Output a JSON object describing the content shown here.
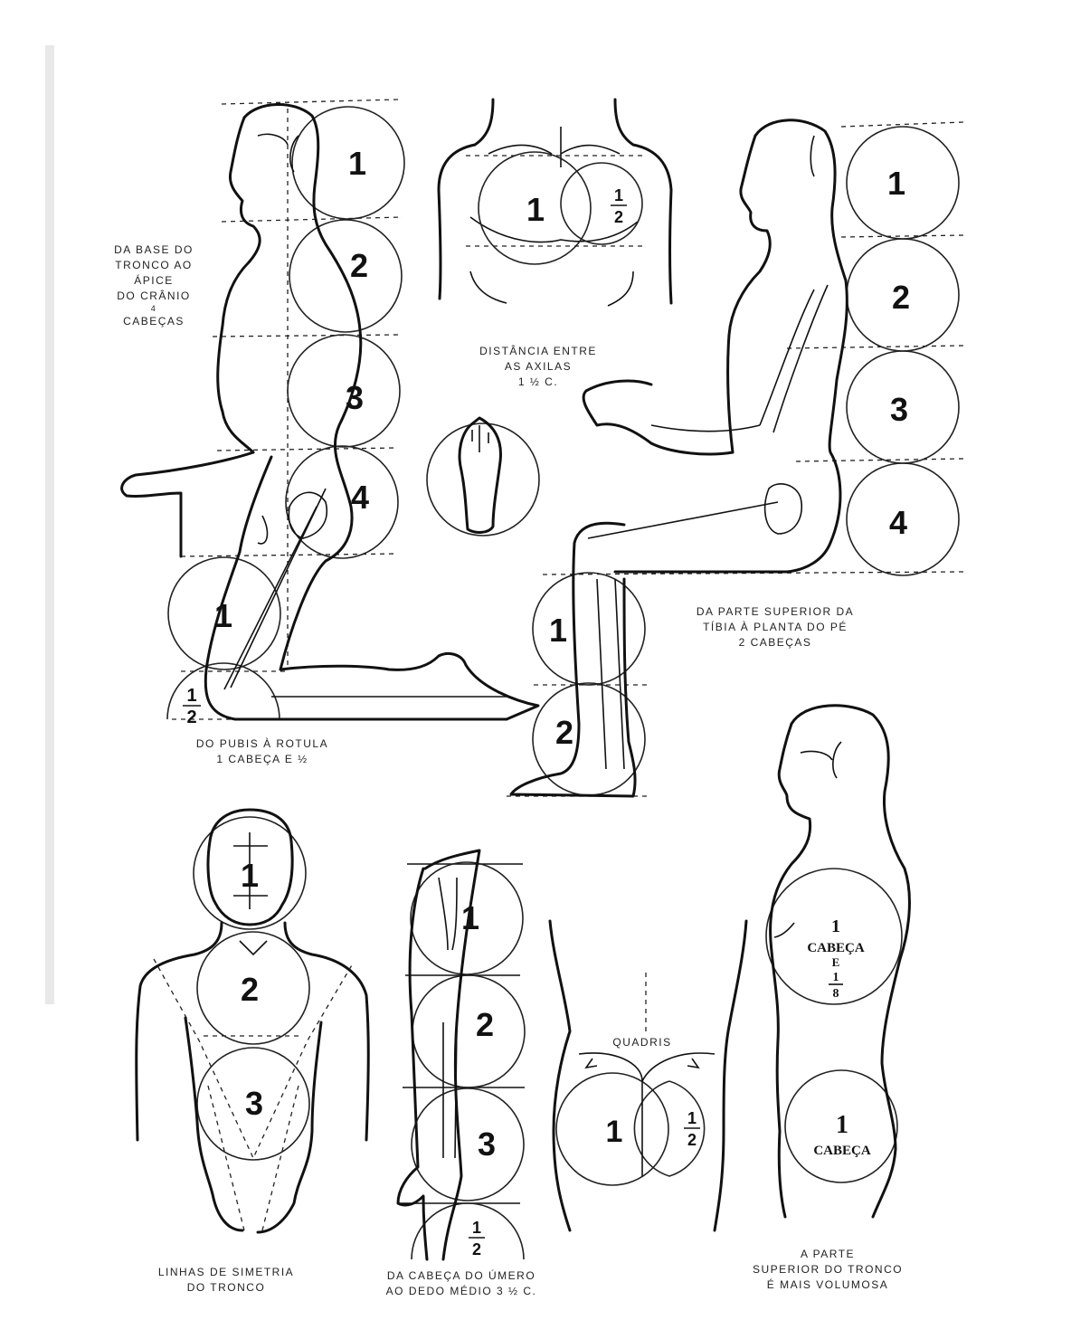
{
  "colors": {
    "ink": "#111111",
    "paper": "#ffffff"
  },
  "captions": {
    "trunk_to_skull": [
      "DA BASE DO",
      "TRONCO AO",
      "ÁPICE",
      "DO CRÂNIO",
      "4",
      "CABEÇAS"
    ],
    "armpit_distance": [
      "DISTÂNCIA ENTRE",
      "AS AXILAS",
      "1 ½ C."
    ],
    "tibia_to_sole": [
      "DA PARTE SUPERIOR DA",
      "TÍBIA À PLANTA DO PÉ",
      "2 CABEÇAS"
    ],
    "pubis_to_knee": [
      "DO PUBIS À ROTULA",
      "1 CABEÇA E ½"
    ],
    "symmetry": [
      "LINHAS DE SIMETRIA",
      "DO TRONCO"
    ],
    "humerus": [
      "DA CABEÇA DO ÚMERO",
      "AO DEDO MÉDIO 3 ½ C."
    ],
    "upper_trunk": [
      "A PARTE",
      "SUPERIOR DO TRONCO",
      "É MAIS VOLUMOSA"
    ],
    "hips": "QUADRIS"
  },
  "labels": {
    "one": "1",
    "two": "2",
    "three": "3",
    "four": "4",
    "half_num": "1",
    "half_den": "2",
    "eighth_num": "1",
    "eighth_den": "8",
    "cabeca": "CABEÇA",
    "e": "E"
  }
}
